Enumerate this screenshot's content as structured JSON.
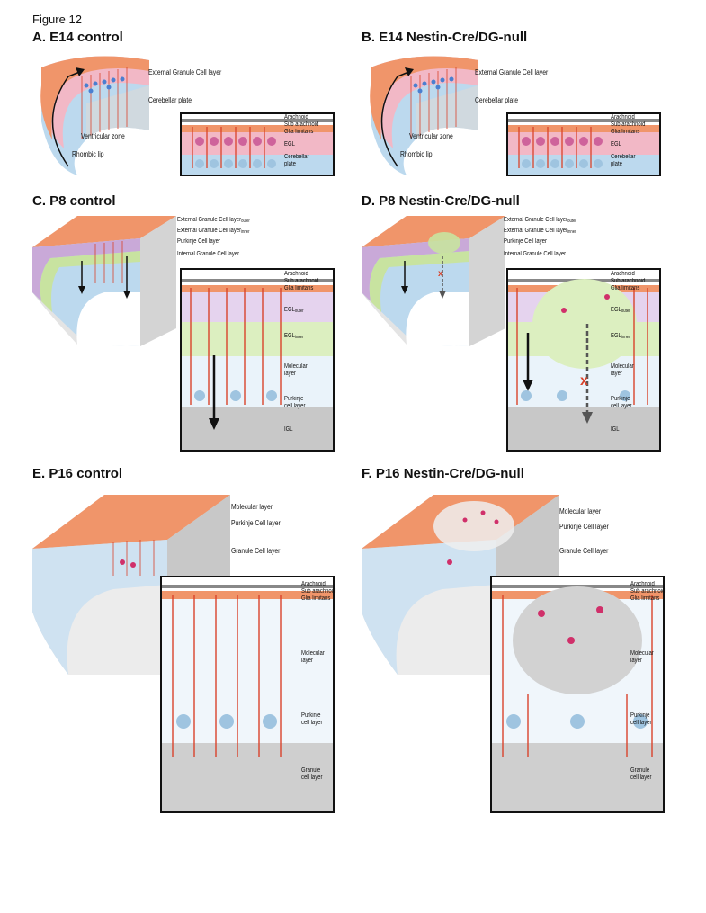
{
  "figure_title": "Figure 12",
  "panels": {
    "a": {
      "title": "A. E14 control",
      "block_labels": [
        "External Granule Cell layer",
        "Cerebellar plate",
        "Ventricular zone",
        "Rhombic lip"
      ],
      "inset_labels": [
        "Arachnoid",
        "Sub arachnoid",
        "Glia limitans",
        "EGL",
        "Cerebellar",
        "plate"
      ]
    },
    "b": {
      "title": "B. E14 Nestin-Cre/DG-null",
      "block_labels": [
        "External Granule Cell layer",
        "Cerebellar plate",
        "Ventricular zone",
        "Rhombic lip"
      ],
      "inset_labels": [
        "Arachnoid",
        "Sub arachnoid",
        "Glia limitans",
        "EGL",
        "Cerebellar",
        "plate"
      ]
    },
    "c": {
      "title": "C. P8 control",
      "block_labels": [
        "External Granule Cell layer",
        "outer",
        "External Granule Cell layer",
        "inner",
        "Purkinje Cell layer",
        "Internal Granule Cell layer"
      ],
      "inset_labels": [
        "Arachnoid",
        "Sub arachnoid",
        "Glia limitans",
        "EGL",
        "outer",
        "EGL",
        "inner",
        "Molecular",
        "layer",
        "Purkinje",
        "cell layer",
        "IGL"
      ]
    },
    "d": {
      "title": "D. P8 Nestin-Cre/DG-null",
      "block_labels": [
        "External Granule Cell layer",
        "outer",
        "External Granule Cell layer",
        "inner",
        "Purkinje Cell layer",
        "Internal Granule Cell layer"
      ],
      "inset_labels": [
        "Arachnoid",
        "Sub arachnoid",
        "Glia limitans",
        "EGL",
        "outer",
        "EGL",
        "inner",
        "Molecular",
        "layer",
        "Purkinje",
        "cell layer",
        "IGL"
      ]
    },
    "e": {
      "title": "E. P16 control",
      "block_labels": [
        "Molecular layer",
        "Purkinje Cell layer",
        "Granule Cell layer"
      ],
      "inset_labels": [
        "Arachnoid",
        "Sub arachnoid",
        "Glia limitans",
        "Molecular",
        "layer",
        "Purkinje",
        "cell layer",
        "Granule",
        "cell layer"
      ]
    },
    "f": {
      "title": "F. P16 Nestin-Cre/DG-null",
      "block_labels": [
        "Molecular layer",
        "Purkinje Cell layer",
        "Granule Cell layer"
      ],
      "inset_labels": [
        "Arachnoid",
        "Sub arachnoid",
        "Glia limitans",
        "Molecular",
        "layer",
        "Purkinje",
        "cell layer",
        "Granule",
        "cell layer"
      ]
    }
  },
  "colors": {
    "egl_orange": "#f0956a",
    "pink_layer": "#f2b8c6",
    "blue_plate": "#bcd9ee",
    "grey_block": "#d8d8d8",
    "purple_outer": "#c9a9d8",
    "green_inner": "#c8e3a0",
    "red_fiber": "#d9432b",
    "magenta_cell": "#d0306a"
  }
}
